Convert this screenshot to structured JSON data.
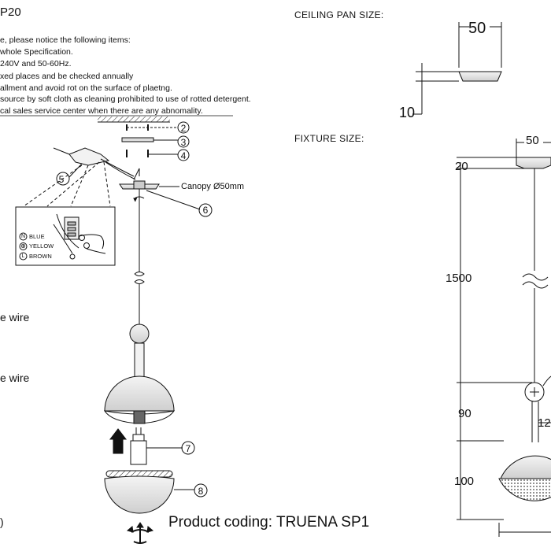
{
  "header": {
    "model_fragment": "P20"
  },
  "notice_lines": [
    "e, please notice the following items:",
    "whole Specification.",
    "240V and 50-60Hz.",
    "xed places and be checked annually",
    "allment and avoid rot on the surface of plaetng.",
    "source by soft cloth as cleaning prohibited to use of rotted detergent.",
    "cal sales service center when there are any abnomality."
  ],
  "section_titles": {
    "ceiling_pan": "CEILING PAN  SIZE:",
    "fixture": "FIXTURE SIZE:"
  },
  "ceiling_pan_dims": {
    "width": "50",
    "height": "10"
  },
  "fixture_dims": {
    "width": "50",
    "top": "20",
    "cable": "1500",
    "mid": "90",
    "tube": "12",
    "bottom": "100"
  },
  "callouts": {
    "c2": "2",
    "c3": "3",
    "c4": "4",
    "c5": "5",
    "c6": "6",
    "c7": "7",
    "c8": "8"
  },
  "labels": {
    "canopy": "Canopy Ø50mm",
    "wire_1": "e wire",
    "wire_2": "e wire",
    "paren": ")"
  },
  "wiring_legend": [
    {
      "symbol": "N",
      "name": "BLUE"
    },
    {
      "symbol": "⊕",
      "name": "YELLOW"
    },
    {
      "symbol": "L",
      "name": "BROWN"
    }
  ],
  "product_coding": "Product coding: TRUENA SP1"
}
